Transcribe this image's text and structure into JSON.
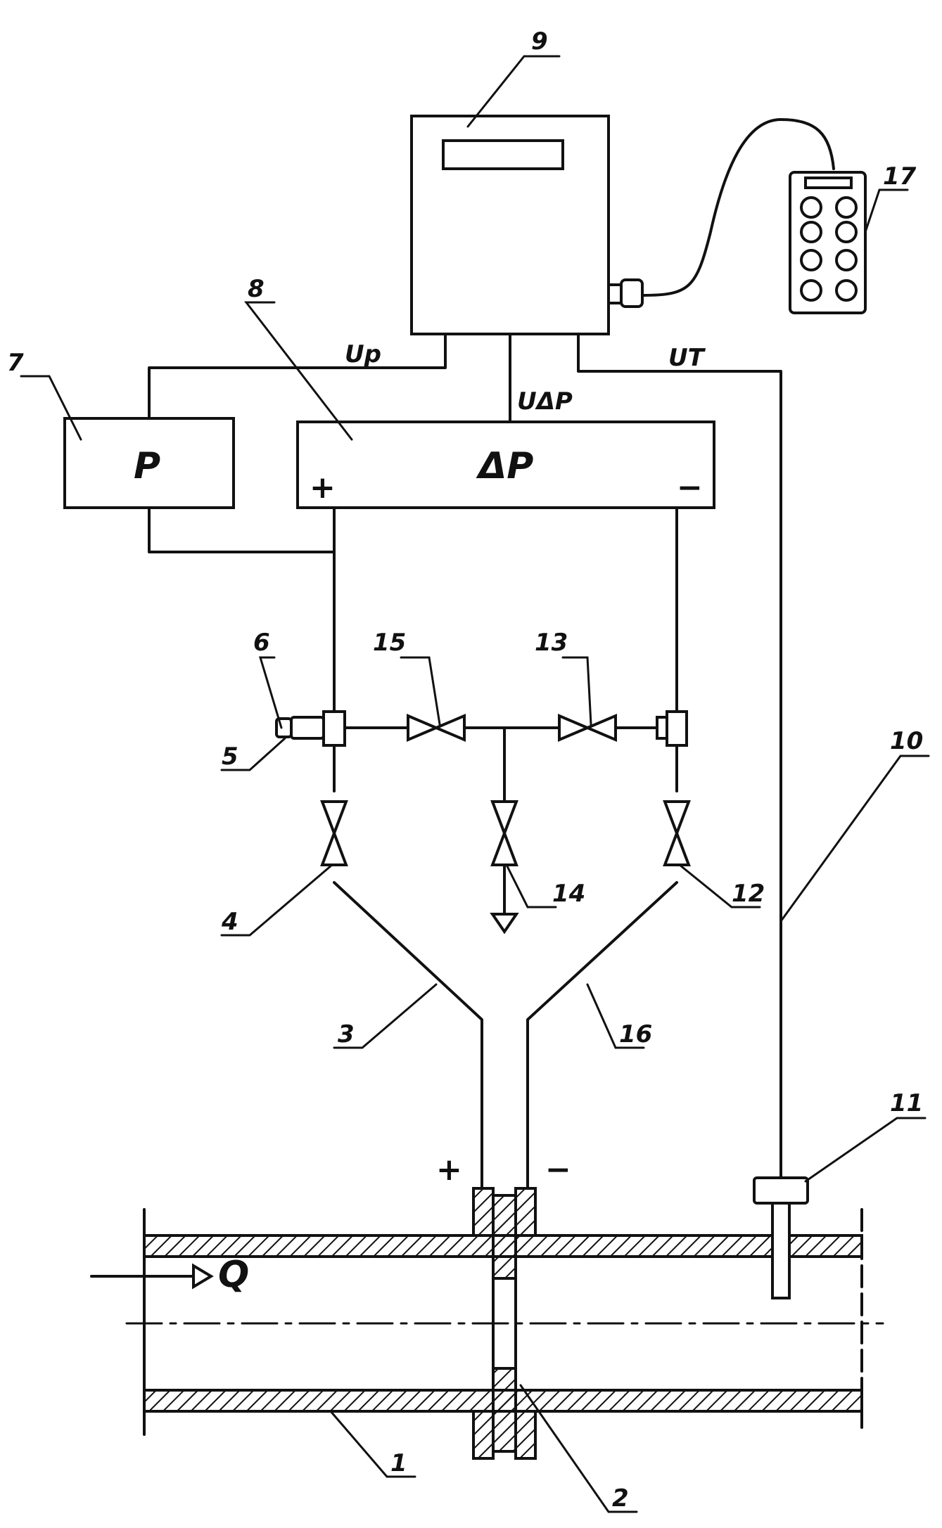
{
  "labels": {
    "n1": "1",
    "n2": "2",
    "n3": "3",
    "n4": "4",
    "n5": "5",
    "n6": "6",
    "n7": "7",
    "n8": "8",
    "n9": "9",
    "n10": "10",
    "n11": "11",
    "n12": "12",
    "n13": "13",
    "n14": "14",
    "n15": "15",
    "n16": "16",
    "n17": "17"
  },
  "blocks": {
    "p": "P",
    "dp": "ΔP",
    "plus": "+",
    "minus": "−"
  },
  "signals": {
    "up": "Up",
    "udp": "UΔP",
    "ut": "UT"
  },
  "flow": "Q",
  "pipe_taps": {
    "plus": "+",
    "minus": "−"
  },
  "colors": {
    "line": "#111111",
    "background": "#ffffff"
  }
}
